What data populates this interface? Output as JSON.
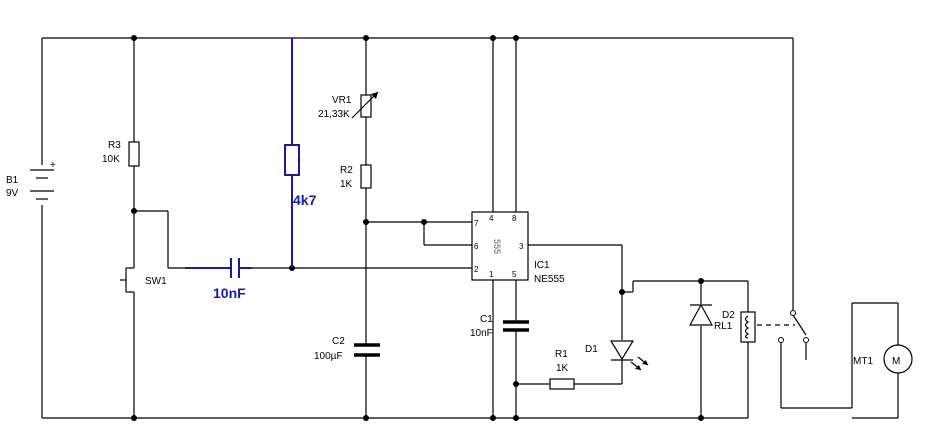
{
  "components": {
    "battery": {
      "ref": "B1",
      "value": "9V",
      "polarity": "+"
    },
    "r3": {
      "ref": "R3",
      "value": "10K"
    },
    "sw1": {
      "ref": "SW1"
    },
    "added_resistor": {
      "value": "4k7"
    },
    "added_capacitor": {
      "value": "10nF"
    },
    "vr1": {
      "ref": "VR1",
      "value": "21,33K"
    },
    "r2": {
      "ref": "R2",
      "value": "1K"
    },
    "c2": {
      "ref": "C2",
      "value": "100µF"
    },
    "ic1": {
      "ref": "IC1",
      "value": "NE555",
      "chip_text": "555",
      "pins": [
        "4",
        "8",
        "7",
        "6",
        "3",
        "2",
        "1",
        "5"
      ]
    },
    "c1": {
      "ref": "C1",
      "value": "10nF"
    },
    "r1": {
      "ref": "R1",
      "value": "1K"
    },
    "d1": {
      "ref": "D1"
    },
    "d2": {
      "ref": "D2"
    },
    "rl1": {
      "ref": "RL1"
    },
    "mt1": {
      "ref": "MT1",
      "symbol": "M"
    }
  },
  "colors": {
    "wire": "#000000",
    "added_parts": "#1a1aa6",
    "chip_text": "#888888"
  }
}
